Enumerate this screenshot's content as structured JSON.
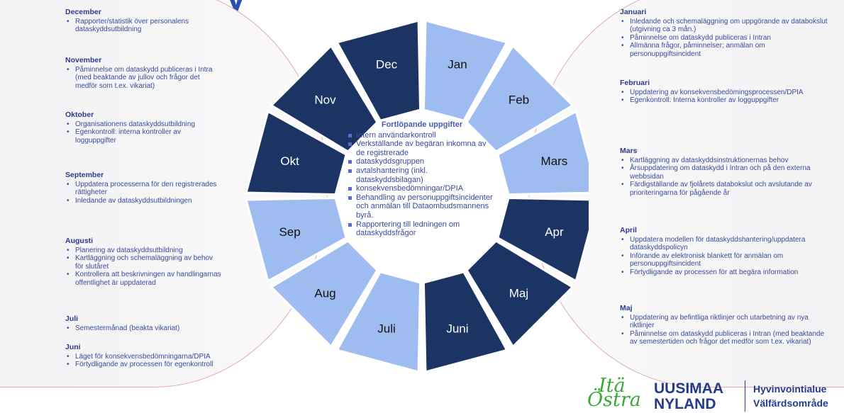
{
  "title_fragment": "y",
  "center": {
    "heading": "Fortlöpande uppgifter",
    "items": [
      "Intern användarkontroll",
      "Verkställande av begäran inkomna av de registrerade",
      "dataskyddsgruppen",
      "avtalshantering (inkl. dataskyddsbilagan)",
      "konsekvensbedömningar/DPIA",
      "Behandling av personuppgiftsincidenter och anmälan till Dataombudsmannens byrå.",
      "Rapportering till ledningen om dataskyddsfrågor"
    ]
  },
  "wheel": {
    "colors": {
      "dark": "#1b3463",
      "light": "#9ebcef",
      "stroke": "#ffffff"
    },
    "segments": [
      {
        "label": "Jan",
        "shade": "light"
      },
      {
        "label": "Feb",
        "shade": "light"
      },
      {
        "label": "Mars",
        "shade": "light"
      },
      {
        "label": "Apr",
        "shade": "dark"
      },
      {
        "label": "Maj",
        "shade": "dark"
      },
      {
        "label": "Juni",
        "shade": "dark"
      },
      {
        "label": "Juli",
        "shade": "light"
      },
      {
        "label": "Aug",
        "shade": "light"
      },
      {
        "label": "Sep",
        "shade": "light"
      },
      {
        "label": "Okt",
        "shade": "dark"
      },
      {
        "label": "Nov",
        "shade": "dark"
      },
      {
        "label": "Dec",
        "shade": "dark"
      }
    ]
  },
  "left_months": [
    {
      "name": "December",
      "items": [
        "Rapporter/statistik över personalens dataskyddsutbildning"
      ]
    },
    {
      "name": "November",
      "items": [
        "Påminnelse om dataskydd publiceras i Intra (med beaktande av jullov och frågor det medför som t.ex. vikariat)"
      ]
    },
    {
      "name": "Oktober",
      "items": [
        "Organisationens dataskyddsutbildning",
        "Egenkontroll: interna kontroller av logguppgifter"
      ]
    },
    {
      "name": "September",
      "items": [
        "Uppdatera processerna för den registrerades rättigheter",
        "Inledande av dataskyddsutbildningen"
      ]
    },
    {
      "name": "Augusti",
      "items": [
        "Planering av dataskyddsutbildning",
        "Kartläggning och schemaläggning av behov för slutåret",
        "Kontrollera att beskrivningen av handlingarnas offentlighet är uppdaterad"
      ]
    },
    {
      "name": "Juli",
      "items": [
        "Semestermånad (beakta vikariat)"
      ]
    },
    {
      "name": "Juni",
      "items": [
        "Läget för konsekvensbedömningarna/DPIA",
        "Förtydligande av processen för egenkontroll"
      ]
    }
  ],
  "right_months": [
    {
      "name": "Januari",
      "items": [
        "Inledande och schemaläggning om uppgörande av databokslut (utgivning ca 3 mån.)",
        "Påminnelse om dataskydd publiceras i Intran",
        "Allmänna frågor, påminnelser; anmälan om personuppgiftsincident"
      ]
    },
    {
      "name": "Februari",
      "items": [
        "Uppdatering av konsekvensbedömingsprocessen/DPIA",
        "Egenkontroll: Interna kontroller av logguppgifter"
      ]
    },
    {
      "name": "Mars",
      "items": [
        "Kartläggning av dataskyddsinstruktionernas behov",
        "Årsuppdatering om dataskydd i Intran och på den externa webbsidan",
        "Färdigställande av fjolårets databokslut och avslutande av prioriteringarna för pågående år"
      ]
    },
    {
      "name": "April",
      "items": [
        "Uppdatera modellen för dataskyddshantering/uppdatera dataskyddspolicyn",
        "Införande av elektronisk blankett för anmälan om personuppgiftsincident",
        "Förtydligande av processen för att begära information"
      ]
    },
    {
      "name": "Maj",
      "items": [
        "Uppdatering av befintliga riktlinjer och utarbetning av nya riktlinjer",
        "Påminnelse om dataskydd publiceras i Intran (med beaktande av semestertiden och frågor det medför som t.ex. vikariat)"
      ]
    }
  ],
  "logo": {
    "ita": "Itä",
    "ostra": "Östra",
    "uusimaa": "UUSIMAA",
    "nyland": "NYLAND",
    "line1": "Hyvinvointialue",
    "line2": "Välfärdsområde",
    "colors": {
      "green": "#3aa935",
      "blue": "#243a8c"
    }
  }
}
